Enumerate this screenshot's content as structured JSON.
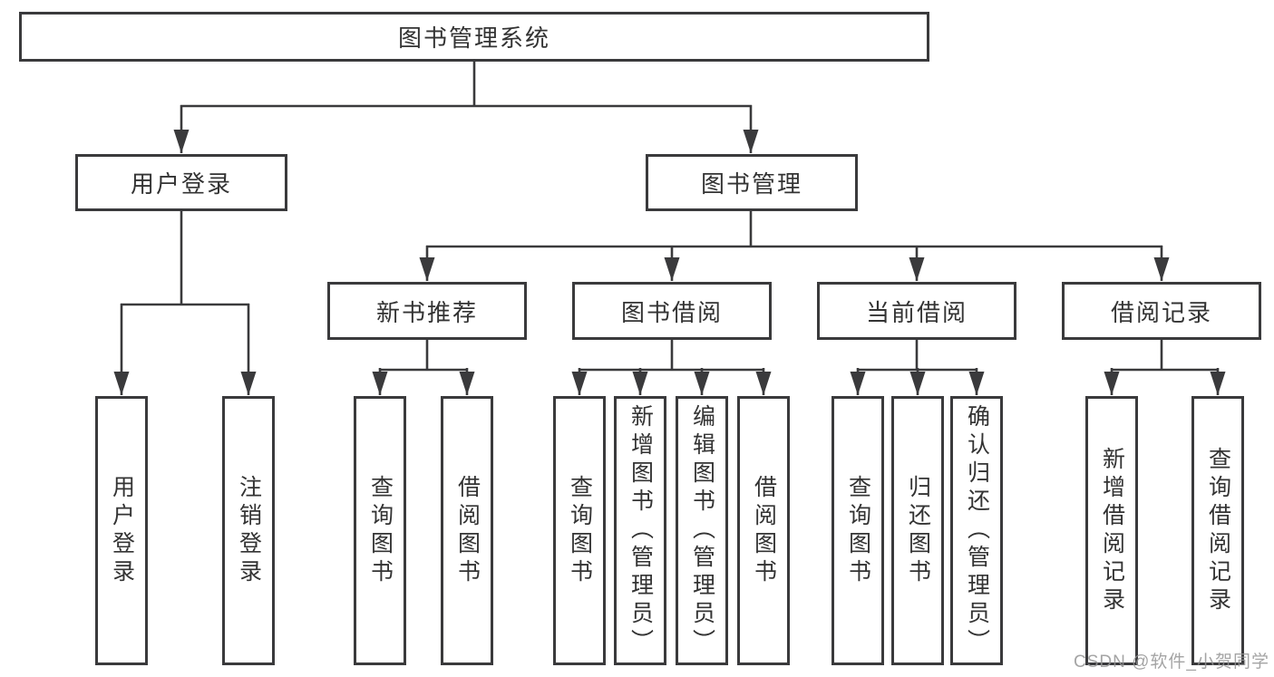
{
  "tree": {
    "root": "图书管理系统",
    "branches": [
      {
        "label": "用户登录",
        "children": [
          "用户登录",
          "注销登录"
        ]
      },
      {
        "label": "图书管理",
        "sections": [
          {
            "label": "新书推荐",
            "children": [
              "查询图书",
              "借阅图书"
            ]
          },
          {
            "label": "图书借阅",
            "children": [
              "查询图书",
              "新增图书（管理员）",
              "编辑图书（管理员）",
              "借阅图书"
            ]
          },
          {
            "label": "当前借阅",
            "children": [
              "查询图书",
              "归还图书",
              "确认归还（管理员）"
            ]
          },
          {
            "label": "借阅记录",
            "children": [
              "新增借阅记录",
              "查询借阅记录"
            ]
          }
        ]
      }
    ]
  },
  "watermark": "CSDN @软件_小贺同学",
  "colors": {
    "line": "#3a3a3c",
    "text": "#333333",
    "background": "#ffffff",
    "watermark": "#949494"
  }
}
